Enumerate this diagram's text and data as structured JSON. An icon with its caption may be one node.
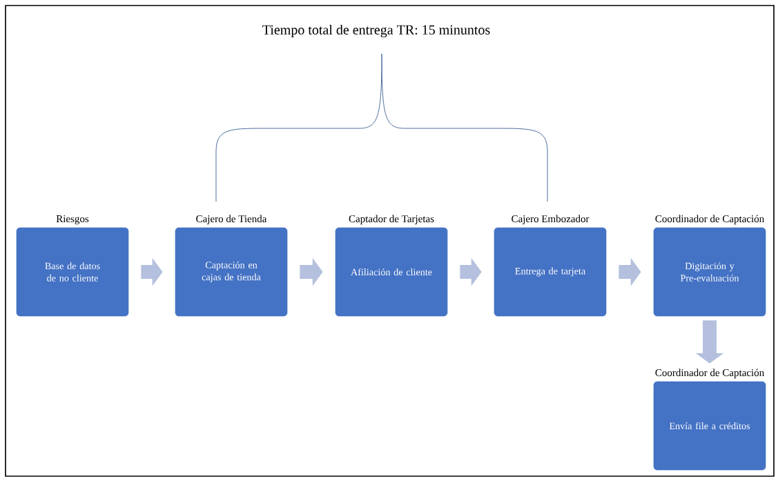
{
  "diagram": {
    "title": "Tiempo total de entrega TR: 15 minuntos",
    "nodes": [
      {
        "text": [
          "Riesgos",
          "Base de datos de no cliente"
        ]
      },
      {
        "text": [
          "Cajero de Tienda",
          "Captación en cajas de tienda"
        ]
      },
      {
        "text": [
          "Captador de Tarjetas",
          "Afiliación de cliente"
        ]
      },
      {
        "text": [
          "Cajero Embozador",
          "Entrega de tarjeta"
        ]
      },
      {
        "text": [
          "Coordinador de Captación",
          "Digitación y Pre-evaluación"
        ]
      },
      {
        "text": [
          "Coordinador de Captación",
          "Envía file a créditos"
        ]
      }
    ],
    "edges": [
      {
        "from": 0,
        "to": 1,
        "arrow": "to"
      },
      {
        "from": 1,
        "to": 2,
        "arrow": "to"
      },
      {
        "from": 2,
        "to": 3,
        "arrow": "to"
      },
      {
        "from": 3,
        "to": 4,
        "arrow": "to"
      },
      {
        "from": 4,
        "to": 5,
        "arrow": "to"
      }
    ]
  }
}
